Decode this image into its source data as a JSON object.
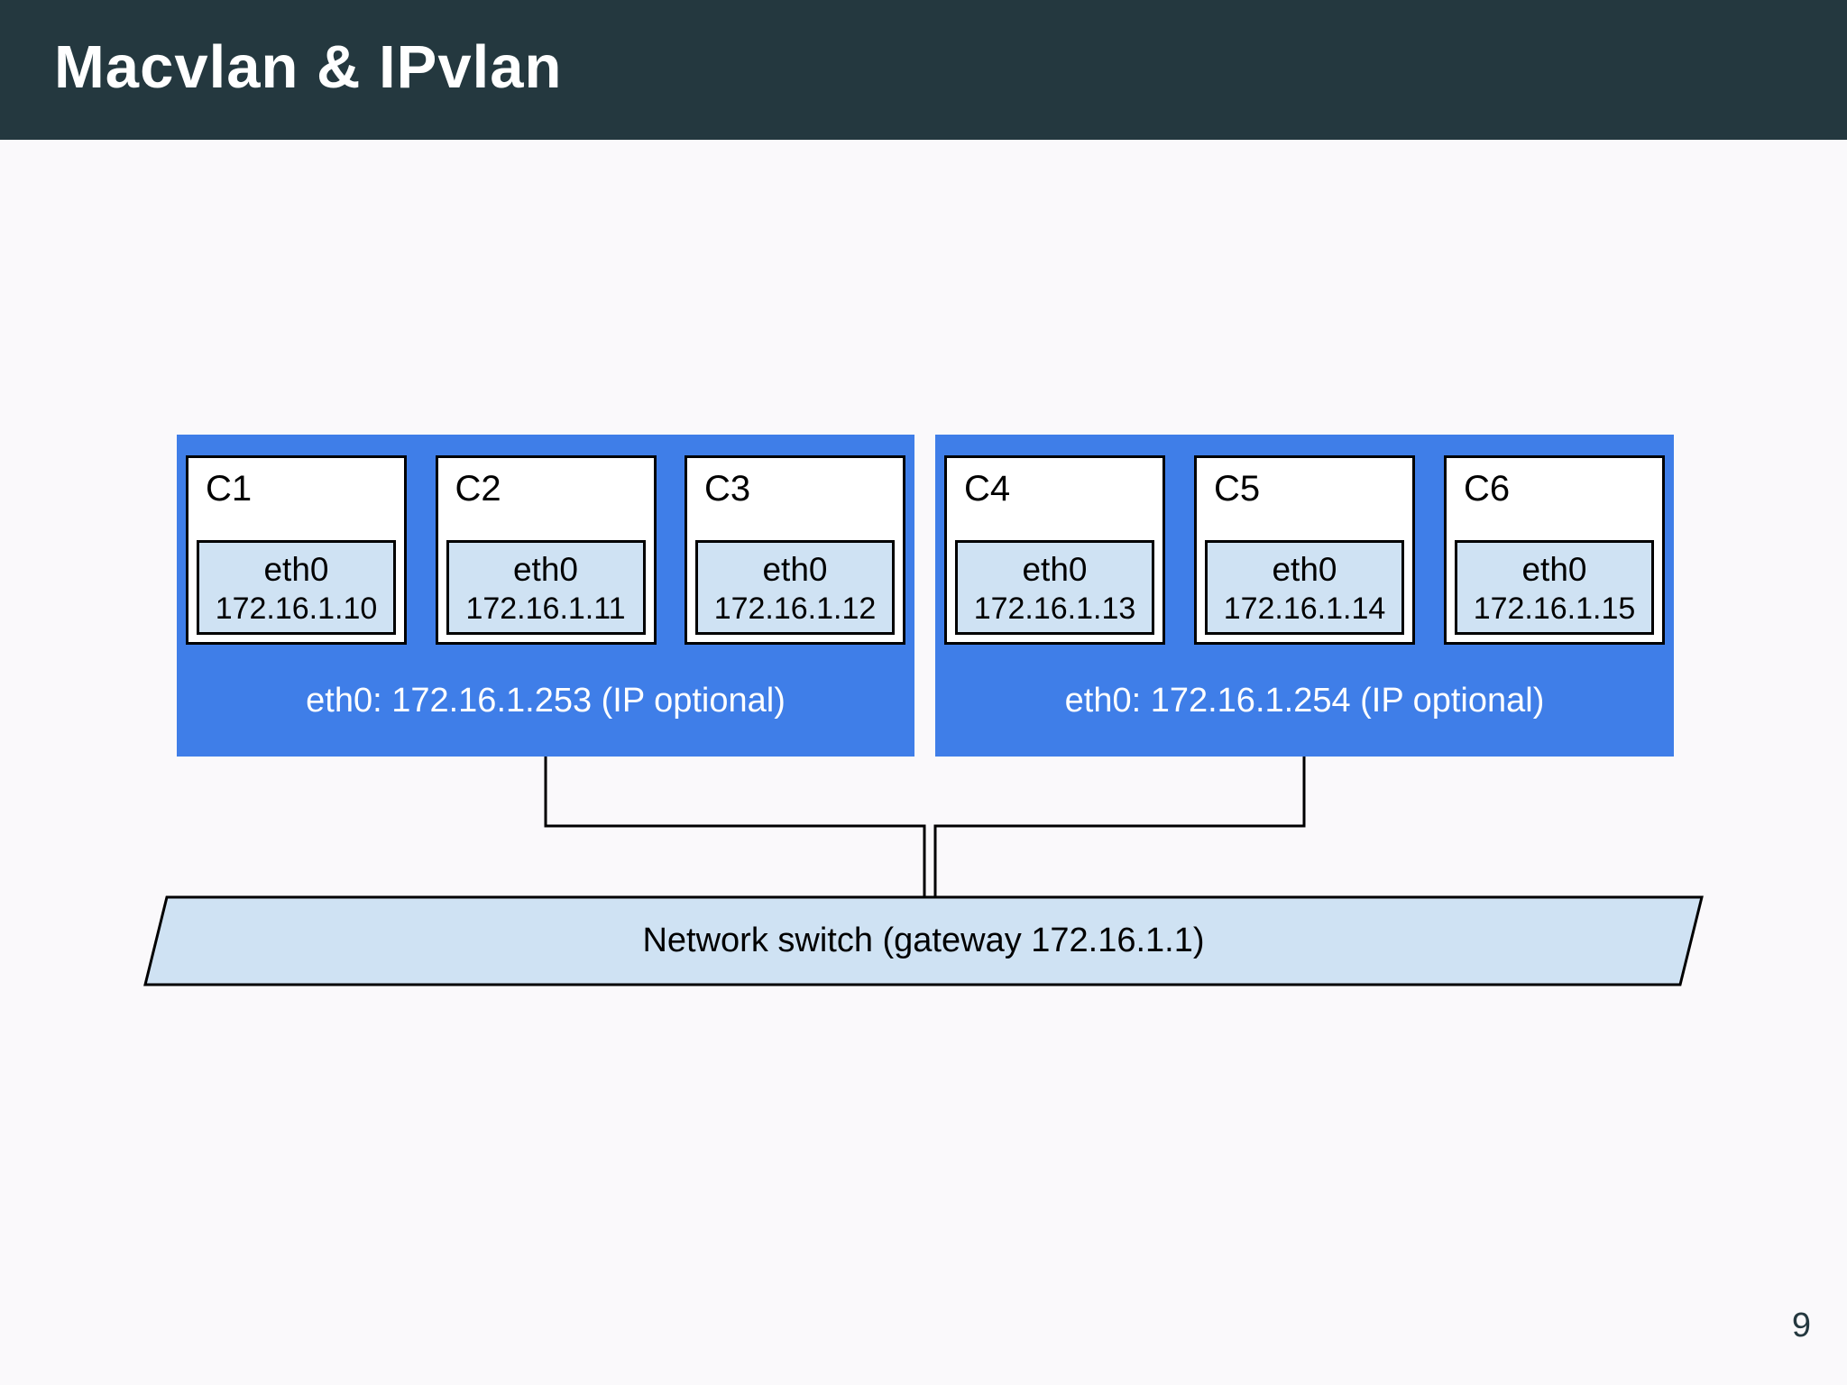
{
  "slide": {
    "title": "Macvlan & IPvlan",
    "page_number": "9"
  },
  "colors": {
    "header_bg": "#24383f",
    "slide_bg": "#faf9fb",
    "host_bg": "#3f7ee8",
    "container_bg": "#ffffff",
    "nic_bg": "#cfe2f3",
    "switch_bg": "#cfe2f3",
    "line_color": "#000000",
    "title_color": "#ffffff"
  },
  "hosts": [
    {
      "label": "eth0: 172.16.1.253 (IP optional)",
      "containers": [
        {
          "name": "C1",
          "iface": "eth0",
          "ip": "172.16.1.10"
        },
        {
          "name": "C2",
          "iface": "eth0",
          "ip": "172.16.1.11"
        },
        {
          "name": "C3",
          "iface": "eth0",
          "ip": "172.16.1.12"
        }
      ]
    },
    {
      "label": "eth0: 172.16.1.254 (IP optional)",
      "containers": [
        {
          "name": "C4",
          "iface": "eth0",
          "ip": "172.16.1.13"
        },
        {
          "name": "C5",
          "iface": "eth0",
          "ip": "172.16.1.14"
        },
        {
          "name": "C6",
          "iface": "eth0",
          "ip": "172.16.1.15"
        }
      ]
    }
  ],
  "switch": {
    "label": "Network switch (gateway 172.16.1.1)"
  }
}
